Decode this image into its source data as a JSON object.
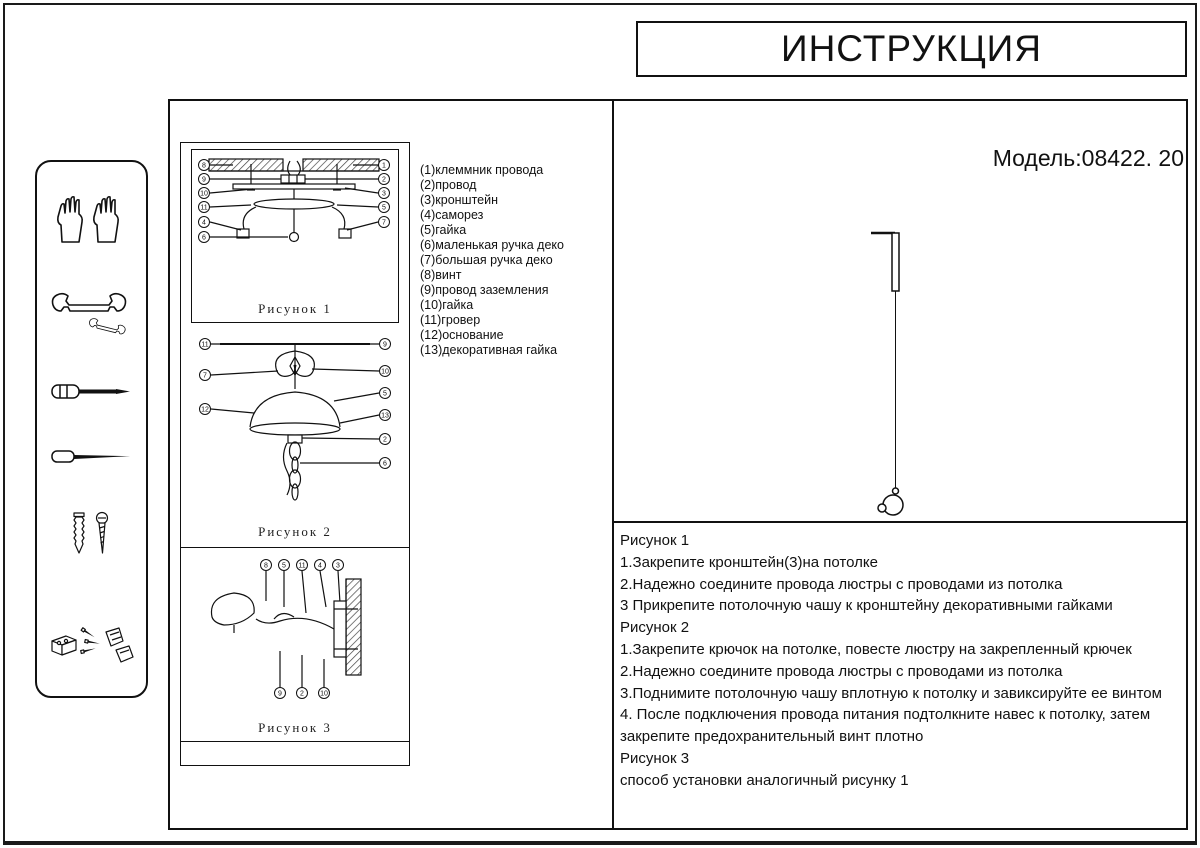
{
  "colors": {
    "ink": "#111111",
    "paper": "#ffffff"
  },
  "header": {
    "title": "ИНСТРУКЦИЯ"
  },
  "model_label": "Модель:08422. 20",
  "tools_panel": {
    "icons": [
      "gloves-icon",
      "wrench-icon",
      "screwdriver-icon",
      "awl-icon",
      "screws-icon",
      "anchors-icon"
    ]
  },
  "figures": {
    "fig1_caption": "Рисунок 1",
    "fig2_caption": "Рисунок 2",
    "fig3_caption": "Рисунок 3"
  },
  "parts_list": [
    "(1)клеммник провода",
    "(2)провод",
    "(3)кронштейн",
    "(4)саморез",
    "(5)гайка",
    "(6)маленькая ручка деко",
    "(7)большая ручка деко",
    "(8)винт",
    "(9)провод заземления",
    "(10)гайка",
    "(11)гровер",
    "(12)основание",
    "(13)декоративная гайка"
  ],
  "instructions": [
    "Рисунок 1",
    "1.Закрепите кронштейн(3)на потолке",
    "2.Надежно соедините провода люстры с проводами из потолка",
    "3 Прикрепите потолочную чашу к кронштейну декоративными гайками",
    "Рисунок 2",
    "1.Закрепите крючок на потолке, повесте люстру на закрепленный крючек",
    "2.Надежно соедините провода люстры с проводами из потолка",
    "3.Поднимите потолочную чашу вплотную к потолку и завиксируйте ее винтом",
    "4.  После подключения провода питания подтолкните навес к потолку, затем закрепите предохранительный винт плотно",
    "Рисунок 3",
    "способ установки аналогичный рисунку 1"
  ]
}
